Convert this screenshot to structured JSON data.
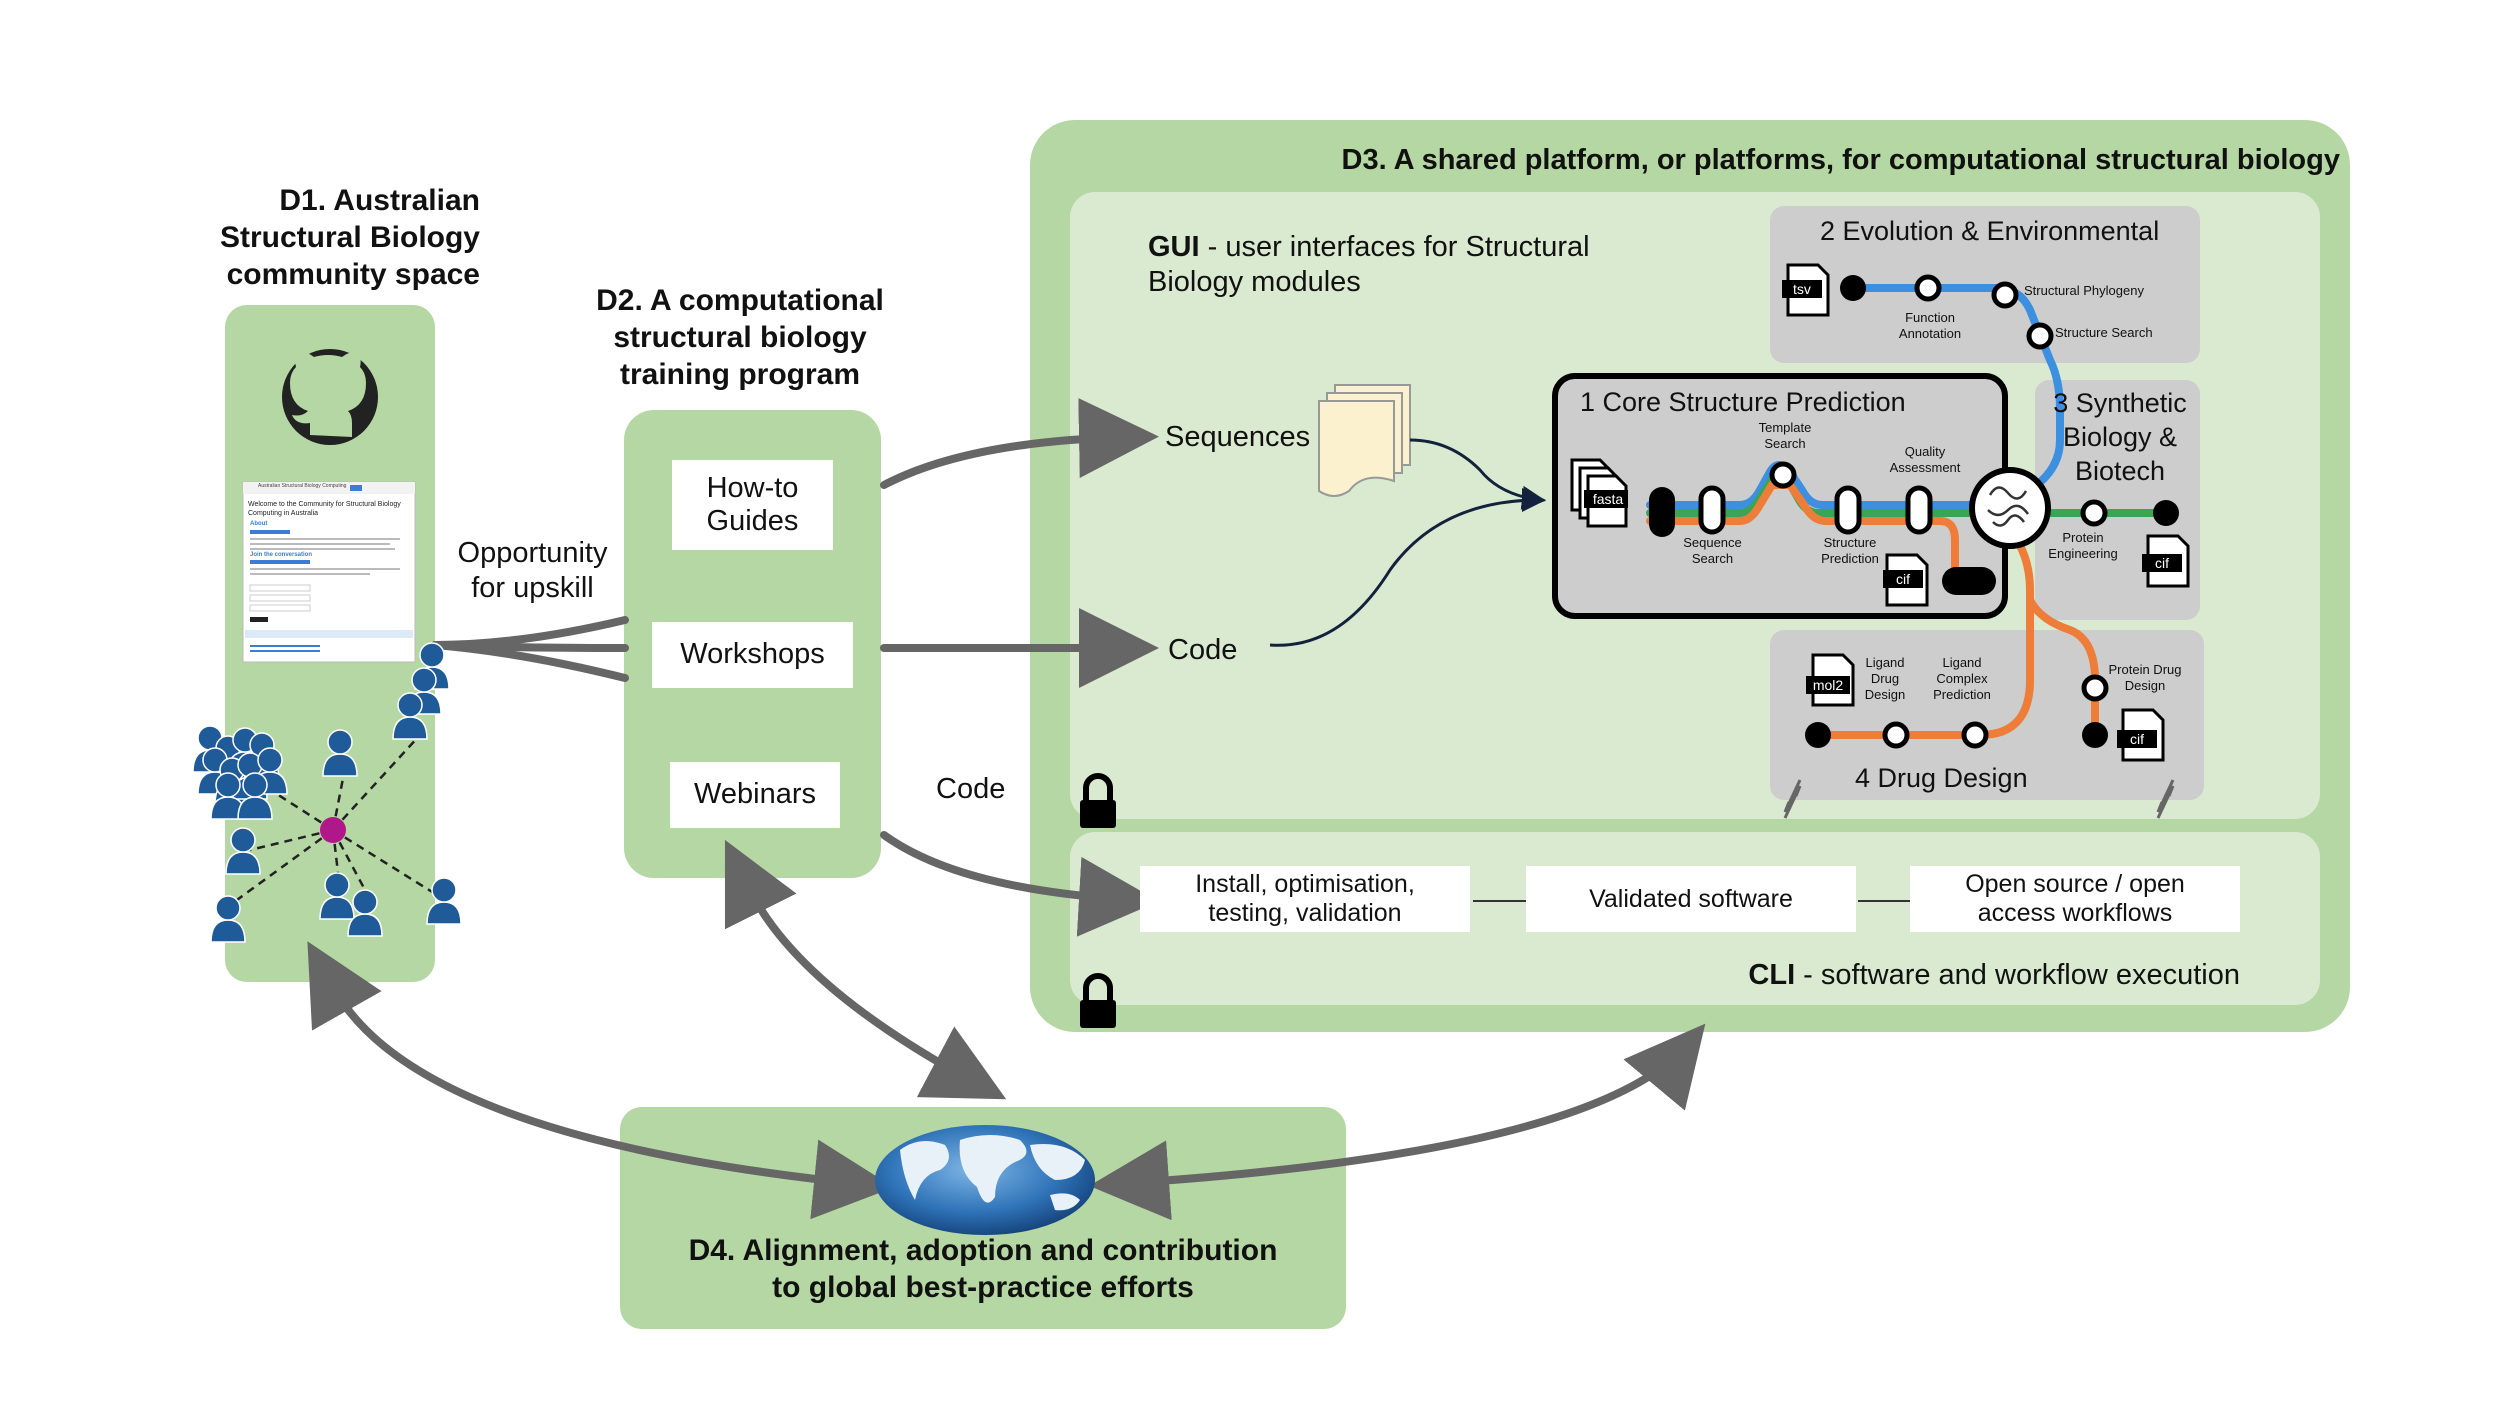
{
  "d1": {
    "title": "D1. Australian\nStructural Biology\ncommunity space"
  },
  "d2": {
    "title": "D2. A computational\nstructural biology\ntraining program",
    "items": [
      "How-to\nGuides",
      "Workshops",
      "Webinars"
    ]
  },
  "d3": {
    "title": "D3. A shared platform, or platforms, for computational structural biology",
    "gui": {
      "bold": "GUI",
      "rest": " - user interfaces for Structural\nBiology modules"
    },
    "cli": {
      "bold": "CLI",
      "rest": " - software and workflow execution"
    },
    "inputs": [
      "Sequences",
      "Code"
    ],
    "cli_steps": [
      "Install, optimisation,\ntesting, validation",
      "Validated software",
      "Open source / open\naccess workflows"
    ],
    "modules": {
      "core": {
        "title": "1  Core Structure Prediction",
        "stations": [
          "Template\nSearch",
          "Quality\nAssessment",
          "Sequence\nSearch",
          "Structure\nPrediction"
        ],
        "files": [
          "fasta",
          "cif"
        ]
      },
      "evolution": {
        "title": "2  Evolution & Environmental",
        "stations": [
          "Structural Phylogeny",
          "Function\nAnnotation",
          "Structure Search"
        ],
        "files": [
          "tsv"
        ]
      },
      "synthetic": {
        "title": "3 Synthetic\nBiology &\nBiotech",
        "stations": [
          "Protein\nEngineering"
        ],
        "files": [
          "cif"
        ]
      },
      "drug": {
        "title": "4  Drug Design",
        "stations": [
          "Ligand\nDrug\nDesign",
          "Ligand\nComplex\nPrediction",
          "Protein Drug\nDesign"
        ],
        "files": [
          "mol2",
          "cif"
        ]
      }
    }
  },
  "d4": {
    "title": "D4. Alignment, adoption and contribution\nto global best-practice efforts"
  },
  "labels": {
    "upskill": "Opportunity\nfor upskill",
    "code": "Code"
  },
  "website": {
    "header": "Australian Structural Biology Computing",
    "heading": "Welcome to the Community for Structural Biology Computing in Australia",
    "about": "About",
    "join": "Join the conversation"
  },
  "colors": {
    "panel": "#b5d7a3",
    "panel_inner": "#d9ead0",
    "module_bg": "#cdcdcd",
    "arrow": "#666666",
    "line_blue": "#3d8fe0",
    "line_green": "#3aa655",
    "line_orange": "#ee7d3a",
    "people": "#1f5a99",
    "hub": "#b0178b"
  },
  "icons": [
    "github-icon",
    "globe-icon",
    "lock-icon",
    "people-icon",
    "document-stack-icon",
    "protein-icon",
    "file-icon"
  ]
}
